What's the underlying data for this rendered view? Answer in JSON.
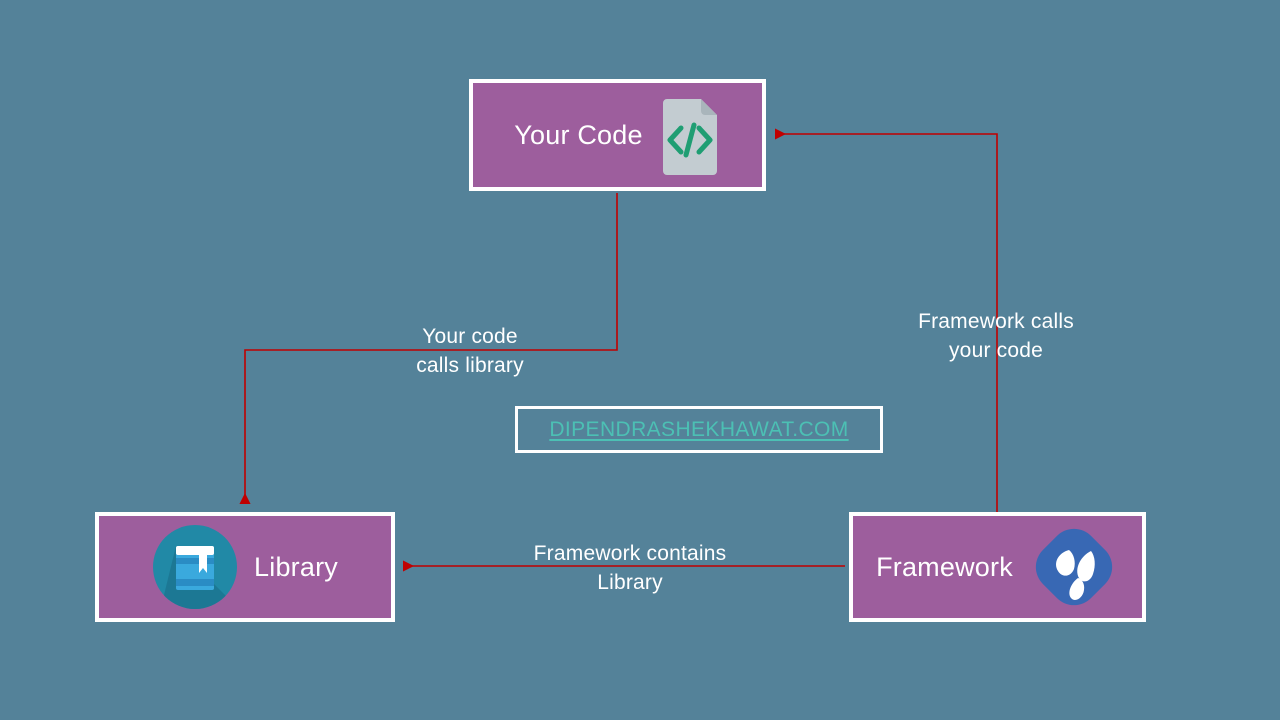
{
  "diagram": {
    "title": "Library vs Framework inversion of control diagram",
    "background_color": "#548299",
    "node_fill_color": "#9d5e9d",
    "node_border_color": "#ffffff",
    "arrow_color": "#c00000",
    "label_color": "#ffffff",
    "watermark_color": "#4cc0b4"
  },
  "nodes": [
    {
      "id": "your-code",
      "label": "Your Code",
      "icon": "code-file-icon"
    },
    {
      "id": "library",
      "label": "Library",
      "icon": "book-circle-icon"
    },
    {
      "id": "framework",
      "label": "Framework",
      "icon": "spring-sprout-icon"
    }
  ],
  "edges": [
    {
      "id": "your-code-calls-library",
      "label": "Your code\ncalls library",
      "from": "your-code",
      "to": "library"
    },
    {
      "id": "framework-calls-your-code",
      "label": "Framework calls\nyour code",
      "from": "framework",
      "to": "your-code"
    },
    {
      "id": "framework-contains-library",
      "label": "Framework contains\nLibrary",
      "from": "framework",
      "to": "library"
    }
  ],
  "watermark": {
    "text": "DIPENDRASHEKHAWAT.COM"
  }
}
